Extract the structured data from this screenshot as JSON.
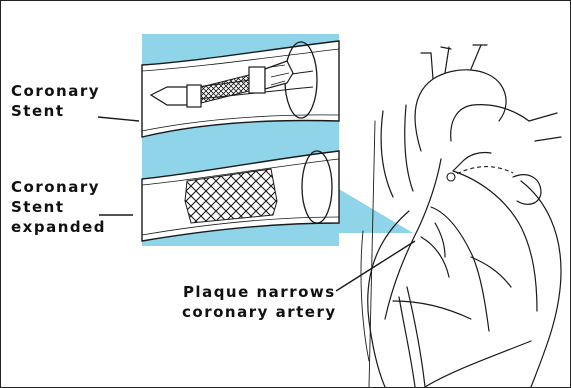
{
  "labels": {
    "coronary_stent": [
      "Coronary",
      "Stent"
    ],
    "coronary_stent_expanded": [
      "Coronary",
      "Stent",
      "expanded"
    ],
    "plaque": [
      "Plaque narrows",
      "coronary artery"
    ]
  },
  "colors": {
    "callout_background": "#8fd4e8",
    "line": "#1a1a1a",
    "frame": "#222222",
    "vessel_fill": "#ffffff"
  },
  "icons": [
    "coronary-stent",
    "expanded-stent-mesh",
    "heart-illustration"
  ]
}
